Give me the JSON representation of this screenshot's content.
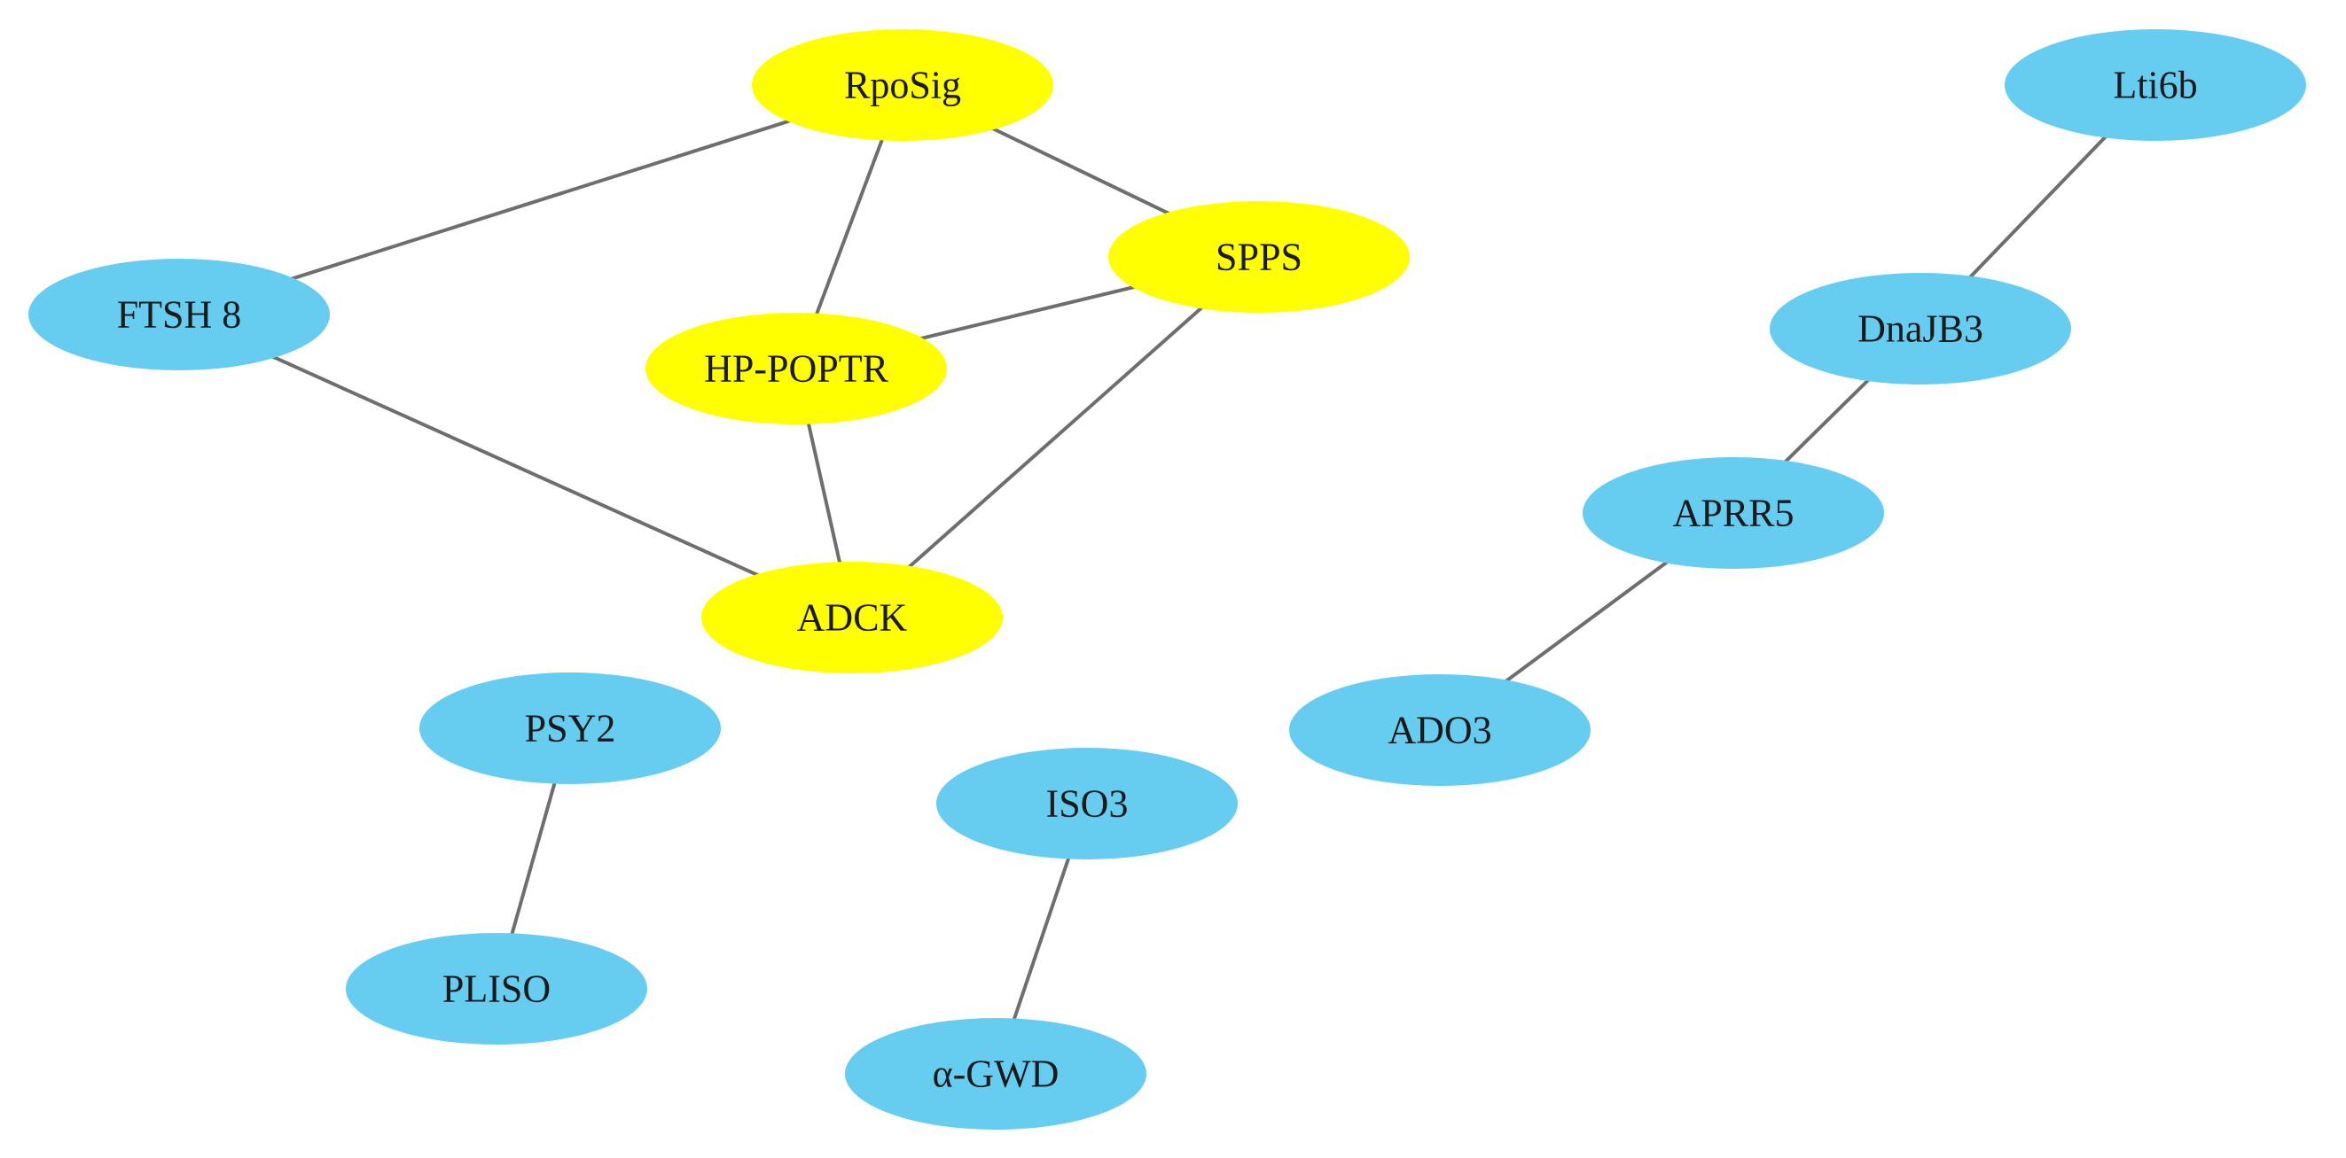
{
  "colors": {
    "highlight": "#ffff00",
    "default": "#66ccf0",
    "edge": "#6e6e6e"
  },
  "nodes": [
    {
      "id": "RpoSig",
      "label": "RpoSig",
      "group": "highlight"
    },
    {
      "id": "SPPS",
      "label": "SPPS",
      "group": "highlight"
    },
    {
      "id": "HP-POPTR",
      "label": "HP-POPTR",
      "group": "highlight"
    },
    {
      "id": "ADCK",
      "label": "ADCK",
      "group": "highlight"
    },
    {
      "id": "FTSH8",
      "label": "FTSH 8",
      "group": "default"
    },
    {
      "id": "PSY2",
      "label": "PSY2",
      "group": "default"
    },
    {
      "id": "PLISO",
      "label": "PLISO",
      "group": "default"
    },
    {
      "id": "ISO3",
      "label": "ISO3",
      "group": "default"
    },
    {
      "id": "aGWD",
      "label": "α-GWD",
      "group": "default"
    },
    {
      "id": "Lti6b",
      "label": "Lti6b",
      "group": "default"
    },
    {
      "id": "DnaJB3",
      "label": "DnaJB3",
      "group": "default"
    },
    {
      "id": "APRR5",
      "label": "APRR5",
      "group": "default"
    },
    {
      "id": "ADO3",
      "label": "ADO3",
      "group": "default"
    }
  ],
  "edges": [
    {
      "source": "RpoSig",
      "target": "FTSH8"
    },
    {
      "source": "RpoSig",
      "target": "HP-POPTR"
    },
    {
      "source": "RpoSig",
      "target": "SPPS"
    },
    {
      "source": "SPPS",
      "target": "HP-POPTR"
    },
    {
      "source": "SPPS",
      "target": "ADCK"
    },
    {
      "source": "HP-POPTR",
      "target": "ADCK"
    },
    {
      "source": "FTSH8",
      "target": "ADCK"
    },
    {
      "source": "PSY2",
      "target": "PLISO"
    },
    {
      "source": "ISO3",
      "target": "aGWD"
    },
    {
      "source": "Lti6b",
      "target": "DnaJB3"
    },
    {
      "source": "DnaJB3",
      "target": "APRR5"
    },
    {
      "source": "APRR5",
      "target": "ADO3"
    }
  ]
}
